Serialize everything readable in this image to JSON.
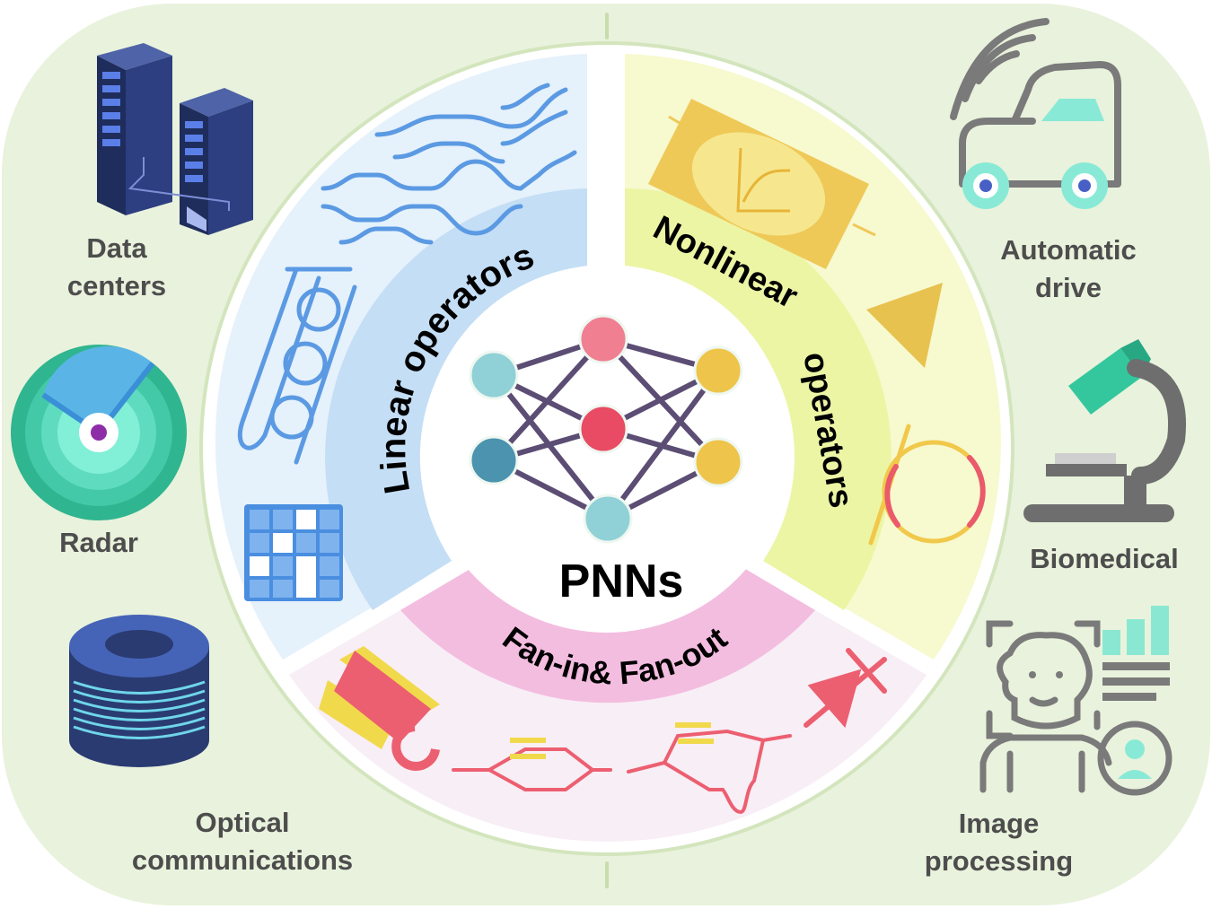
{
  "center": {
    "title": "PNNs"
  },
  "sectors": {
    "linear": {
      "label": "Linear  operators"
    },
    "nonlinear": {
      "label_line1": "Nonlinear",
      "label_line2": "operators"
    },
    "fan": {
      "label": "Fan-in& Fan-out"
    }
  },
  "applications": {
    "data_centers": {
      "line1": "Data",
      "line2": "centers",
      "icon": "server-rack-icon"
    },
    "radar": {
      "line1": "Radar",
      "icon": "radar-icon"
    },
    "optical_communications": {
      "line1": "Optical",
      "line2": "communications",
      "icon": "fiber-spool-icon"
    },
    "automatic_drive": {
      "line1": "Automatic",
      "line2": "drive",
      "icon": "autonomous-car-icon"
    },
    "biomedical": {
      "line1": "Biomedical",
      "icon": "microscope-icon"
    },
    "image_processing": {
      "line1": "Image",
      "line2": "processing",
      "icon": "face-recognition-icon"
    }
  },
  "colors": {
    "background": "#e9f2dc",
    "linear_sector": "#e5f1fb",
    "linear_band": "#c4def5",
    "nonlinear_sector": "#f7f9cf",
    "nonlinear_band": "#ecf5a4",
    "fan_sector": "#f8eef6",
    "fan_band": "#f3bde0",
    "label_gray": "#4d4d4d"
  }
}
